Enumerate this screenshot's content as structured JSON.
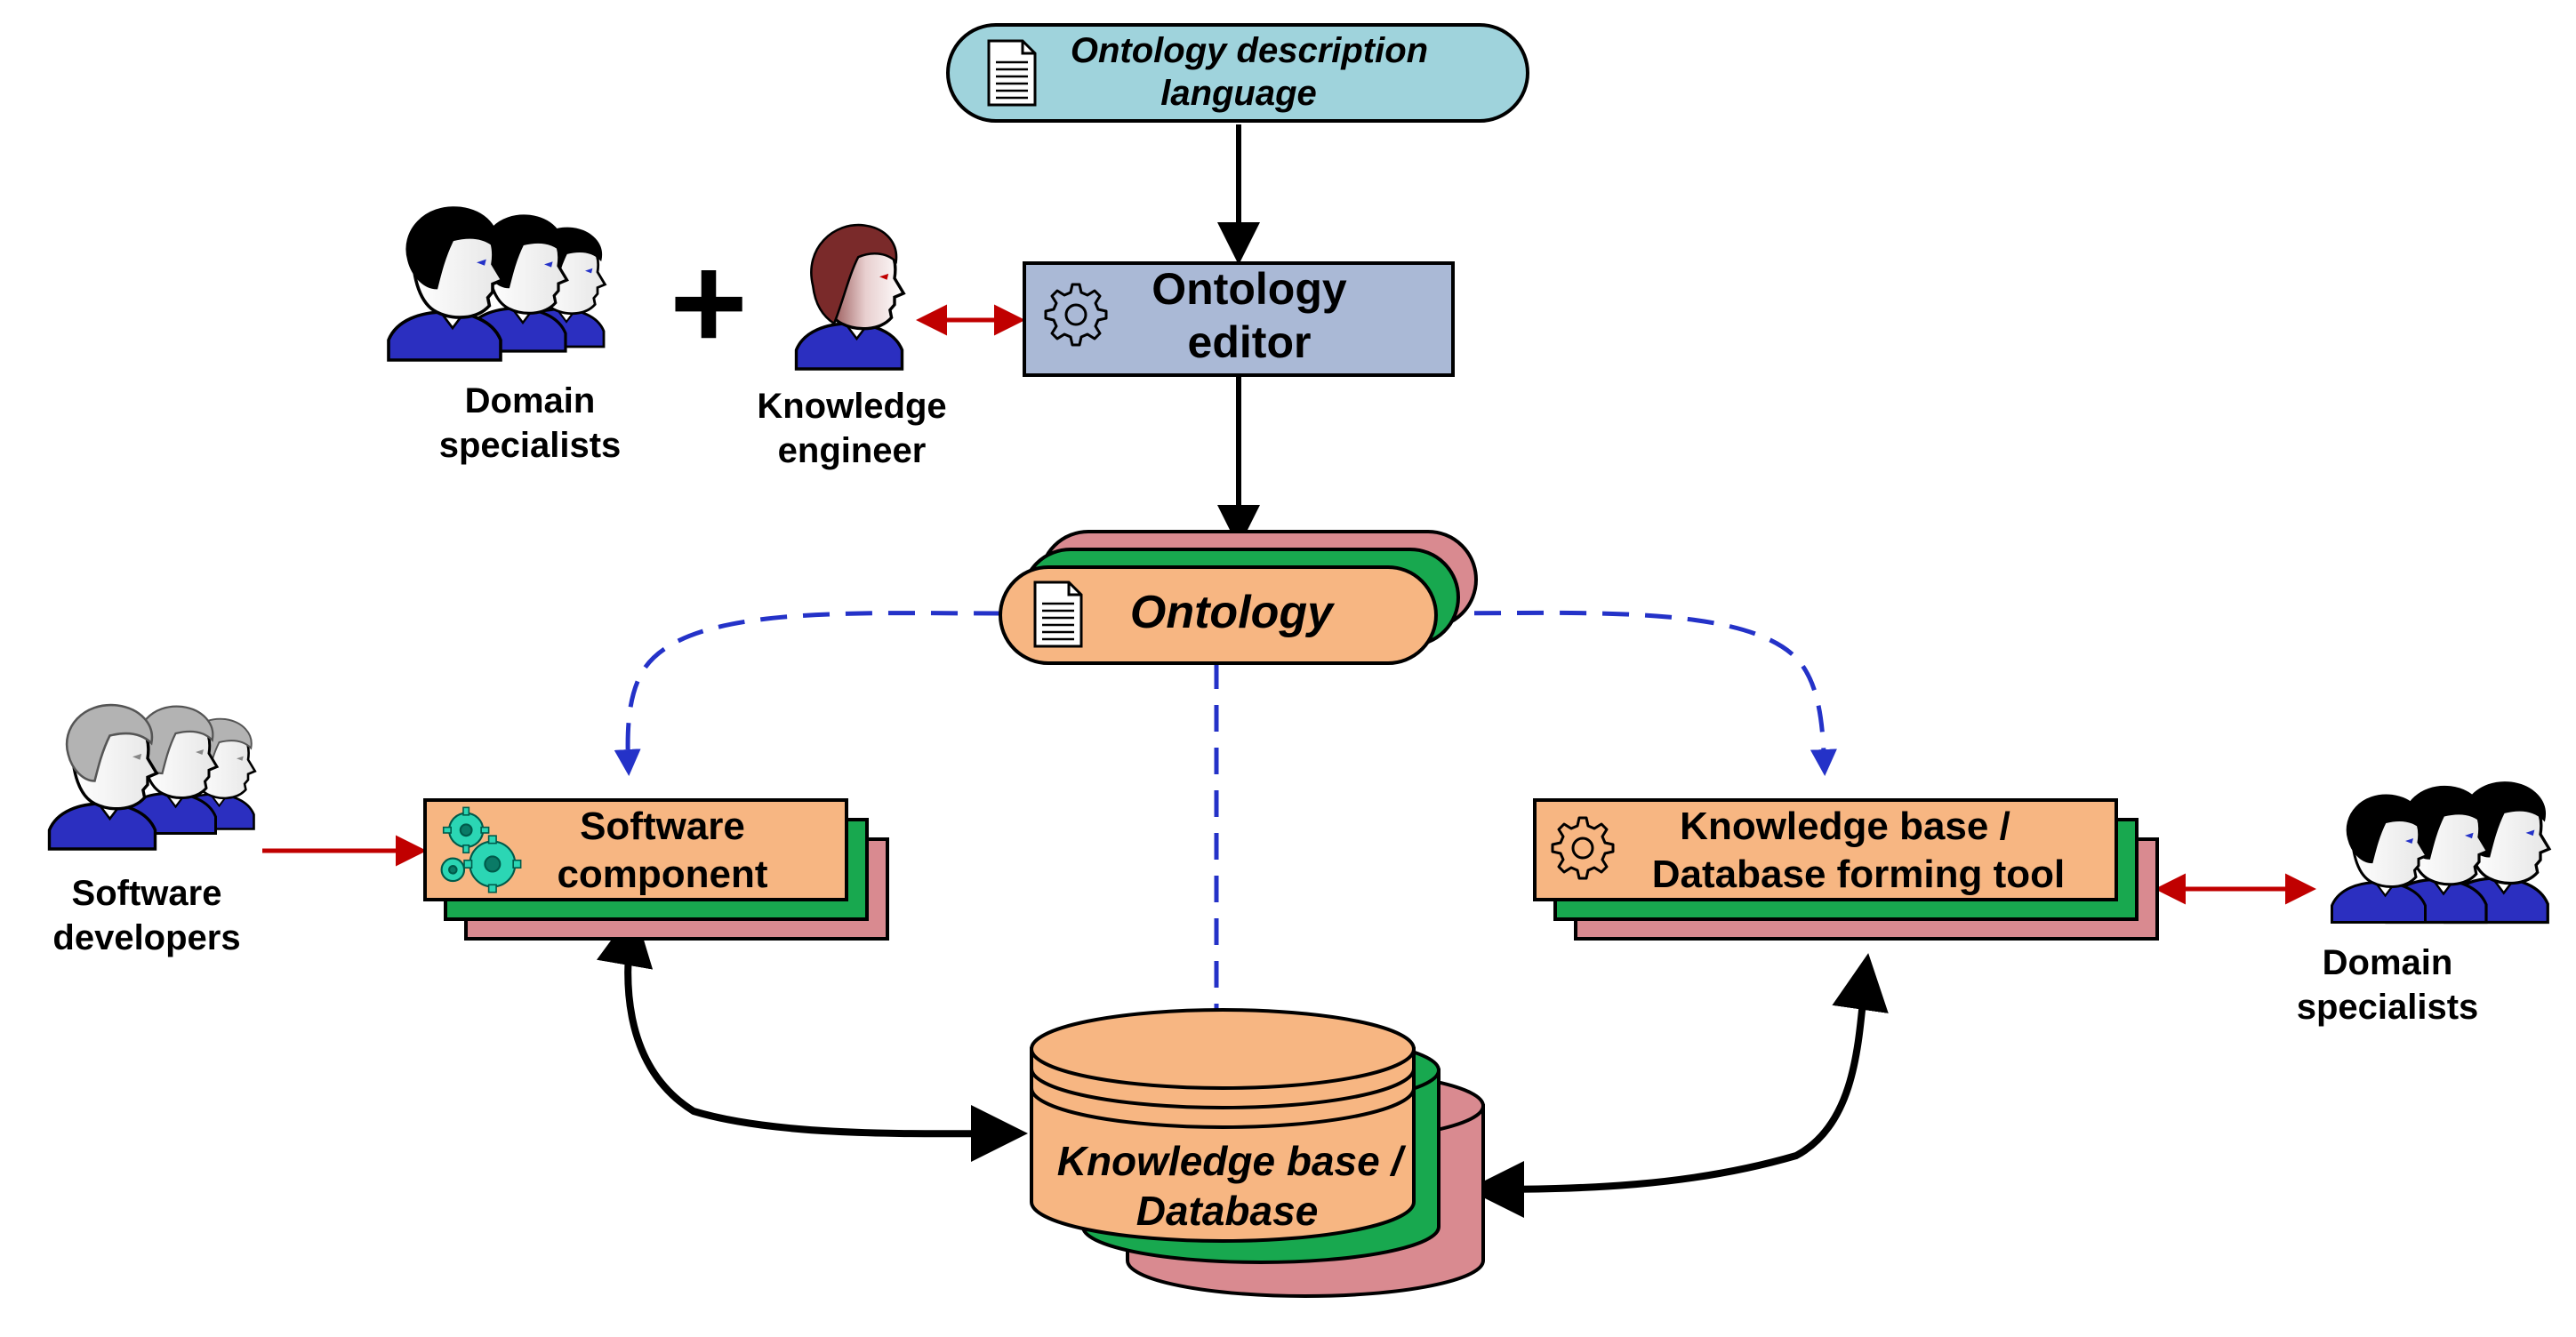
{
  "nodes": {
    "ontology_language": {
      "line1": "Ontology description",
      "line2": "language"
    },
    "ontology_editor": {
      "line1": "Ontology",
      "line2": "editor"
    },
    "ontology": {
      "label": "Ontology"
    },
    "software_component": {
      "line1": "Software",
      "line2": "component"
    },
    "kb_forming_tool": {
      "line1": "Knowledge base /",
      "line2": "Database forming tool"
    },
    "knowledge_base": {
      "line1": "Knowledge base /",
      "line2": "Database"
    }
  },
  "actors": {
    "domain_specialists_left": {
      "line1": "Domain",
      "line2": "specialists"
    },
    "knowledge_engineer": {
      "line1": "Knowledge",
      "line2": "engineer"
    },
    "software_developers": {
      "line1": "Software",
      "line2": "developers"
    },
    "domain_specialists_right": {
      "line1": "Domain",
      "line2": "specialists"
    },
    "plus_sign": "+"
  },
  "colors": {
    "language_fill": "#9fd3dc",
    "editor_fill": "#aab9d6",
    "orange_fill": "#f7b682",
    "green_layer": "#18a84f",
    "pink_layer": "#d98a90",
    "dashed_arrow": "#2432c8",
    "red_arrow": "#c00000",
    "black_arrow": "#000000"
  },
  "icons": {
    "document": "document-icon",
    "gear": "gear-icon",
    "gears_cluster": "gears-cluster-icon",
    "person": "person-head-icon"
  }
}
